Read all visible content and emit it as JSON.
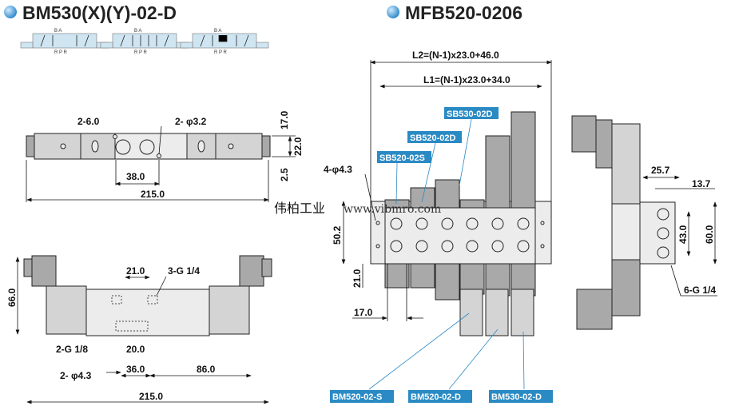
{
  "left": {
    "title": "BM530(X)(Y)-02-D",
    "symbols": [
      {
        "top": "B  A",
        "bottom": "R P R"
      },
      {
        "top": "B  A",
        "bottom": "R P R"
      },
      {
        "top": "B  A",
        "bottom": "R P R"
      }
    ],
    "top_view": {
      "dim_slot": "2-6.0",
      "dim_holes": "2- φ3.2",
      "dim_pitch": "38.0",
      "dim_length": "215.0",
      "dim_17": "17.0",
      "dim_22": "22.0",
      "dim_25": "2.5"
    },
    "front_view": {
      "dim_height": "66.0",
      "dim_21": "21.0",
      "port_out": "3-G 1/4",
      "port_pilot": "2-G 1/8",
      "dim_20": "20.0",
      "mount_holes": "2- φ4.3",
      "dim_36": "36.0",
      "dim_86": "86.0",
      "dim_length": "215.0"
    }
  },
  "right": {
    "title": "MFB520-0206",
    "dim_L2": "L2=(N-1)x23.0+46.0",
    "dim_L1": "L1=(N-1)x23.0+34.0",
    "top_tags": [
      "SB530-02D",
      "SB520-02D",
      "SB520-02S"
    ],
    "mount_holes": "4-φ4.3",
    "dim_50": "50.2",
    "dim_21": "21.0",
    "dim_17": "17.0",
    "bottom_tags": [
      "BM520-02-S",
      "BM520-02-D",
      "BM530-02-D"
    ],
    "side": {
      "dim_257": "25.7",
      "dim_137": "13.7",
      "dim_43": "43.0",
      "dim_60": "60.0",
      "ports": "6-G 1/4"
    }
  },
  "watermark": {
    "cn": "伟柏工业",
    "url": "www.vibmro.com"
  },
  "colors": {
    "tag_bg": "#2a8ac4",
    "bullet": "#5aaee0",
    "symbol_bg": "#cfe6f2"
  }
}
